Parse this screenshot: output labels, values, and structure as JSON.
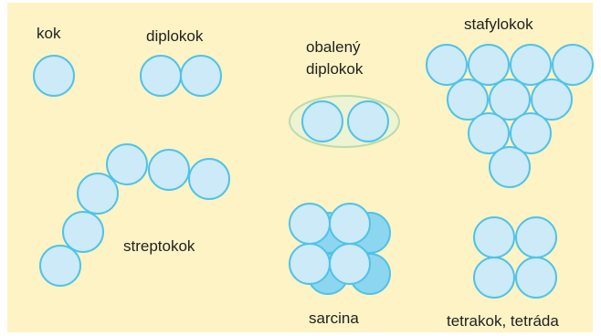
{
  "labels": {
    "kok": "kok",
    "diplokok": "diplokok",
    "obaleny_line1": "obalený",
    "obaleny_line2": "diplokok",
    "stafylokok": "stafylokok",
    "streptokok": "streptokok",
    "sarcina": "sarcina",
    "tetrakok": "tetrakok, tetráda"
  },
  "colors": {
    "background": "#fdf3c5",
    "cell_fill": "#cdeaf8",
    "cell_stroke": "#4fc3e8",
    "cell_shadow": "#8dd6f0",
    "capsule_fill": "#eef3d2",
    "capsule_stroke": "#b9dcb0",
    "text": "#222222"
  }
}
